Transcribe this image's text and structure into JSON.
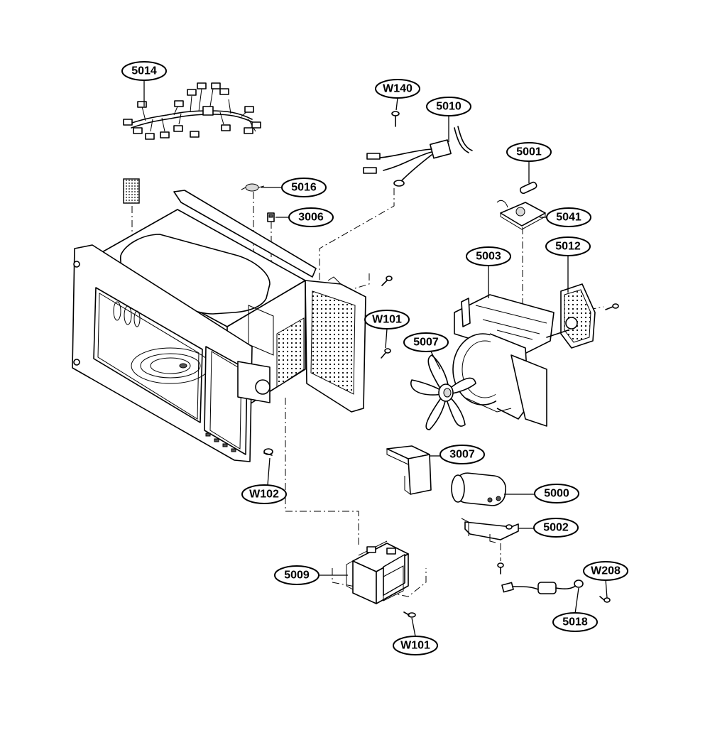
{
  "diagram": {
    "callouts": [
      {
        "id": "c-5014",
        "label": "5014"
      },
      {
        "id": "c-w140",
        "label": "W140"
      },
      {
        "id": "c-5010",
        "label": "5010"
      },
      {
        "id": "c-5001",
        "label": "5001"
      },
      {
        "id": "c-5016",
        "label": "5016"
      },
      {
        "id": "c-3006",
        "label": "3006"
      },
      {
        "id": "c-5041",
        "label": "5041"
      },
      {
        "id": "c-5003",
        "label": "5003"
      },
      {
        "id": "c-5012",
        "label": "5012"
      },
      {
        "id": "c-w101a",
        "label": "W101"
      },
      {
        "id": "c-5007",
        "label": "5007"
      },
      {
        "id": "c-3007",
        "label": "3007"
      },
      {
        "id": "c-5000",
        "label": "5000"
      },
      {
        "id": "c-w102",
        "label": "W102"
      },
      {
        "id": "c-5002",
        "label": "5002"
      },
      {
        "id": "c-5009",
        "label": "5009"
      },
      {
        "id": "c-w208",
        "label": "W208"
      },
      {
        "id": "c-5018",
        "label": "5018"
      },
      {
        "id": "c-w101b",
        "label": "W101"
      }
    ]
  }
}
